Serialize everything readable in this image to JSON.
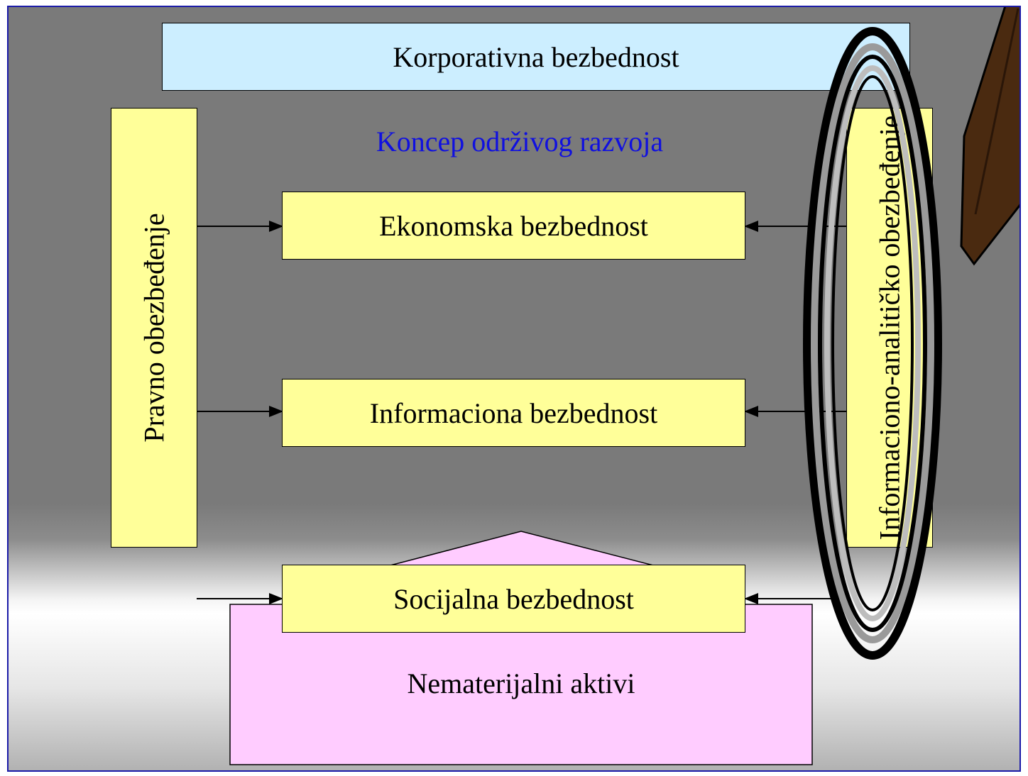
{
  "diagram": {
    "title": "Korporativna bezbednost",
    "subtitle": "Koncep održivog razvoja",
    "left_support": "Pravno obezbeđenje",
    "right_support": "Informaciono-analitičko obezbeđenje",
    "components": [
      "Ekonomska bezbednost",
      "Informaciona bezbednost",
      "Socijalna bezbednost"
    ],
    "base": "Nematerijalni aktivi"
  },
  "colors": {
    "slide_background": "#7a7a7a",
    "title_box": "#cceeff",
    "component_box": "#ffff99",
    "base_box": "#ffccff",
    "subtitle_text": "#1010e0",
    "magnifier_handle": "#4a2a10"
  },
  "icons": [
    "magnifying-glass-icon",
    "arrow-right-icon",
    "arrow-left-icon"
  ]
}
